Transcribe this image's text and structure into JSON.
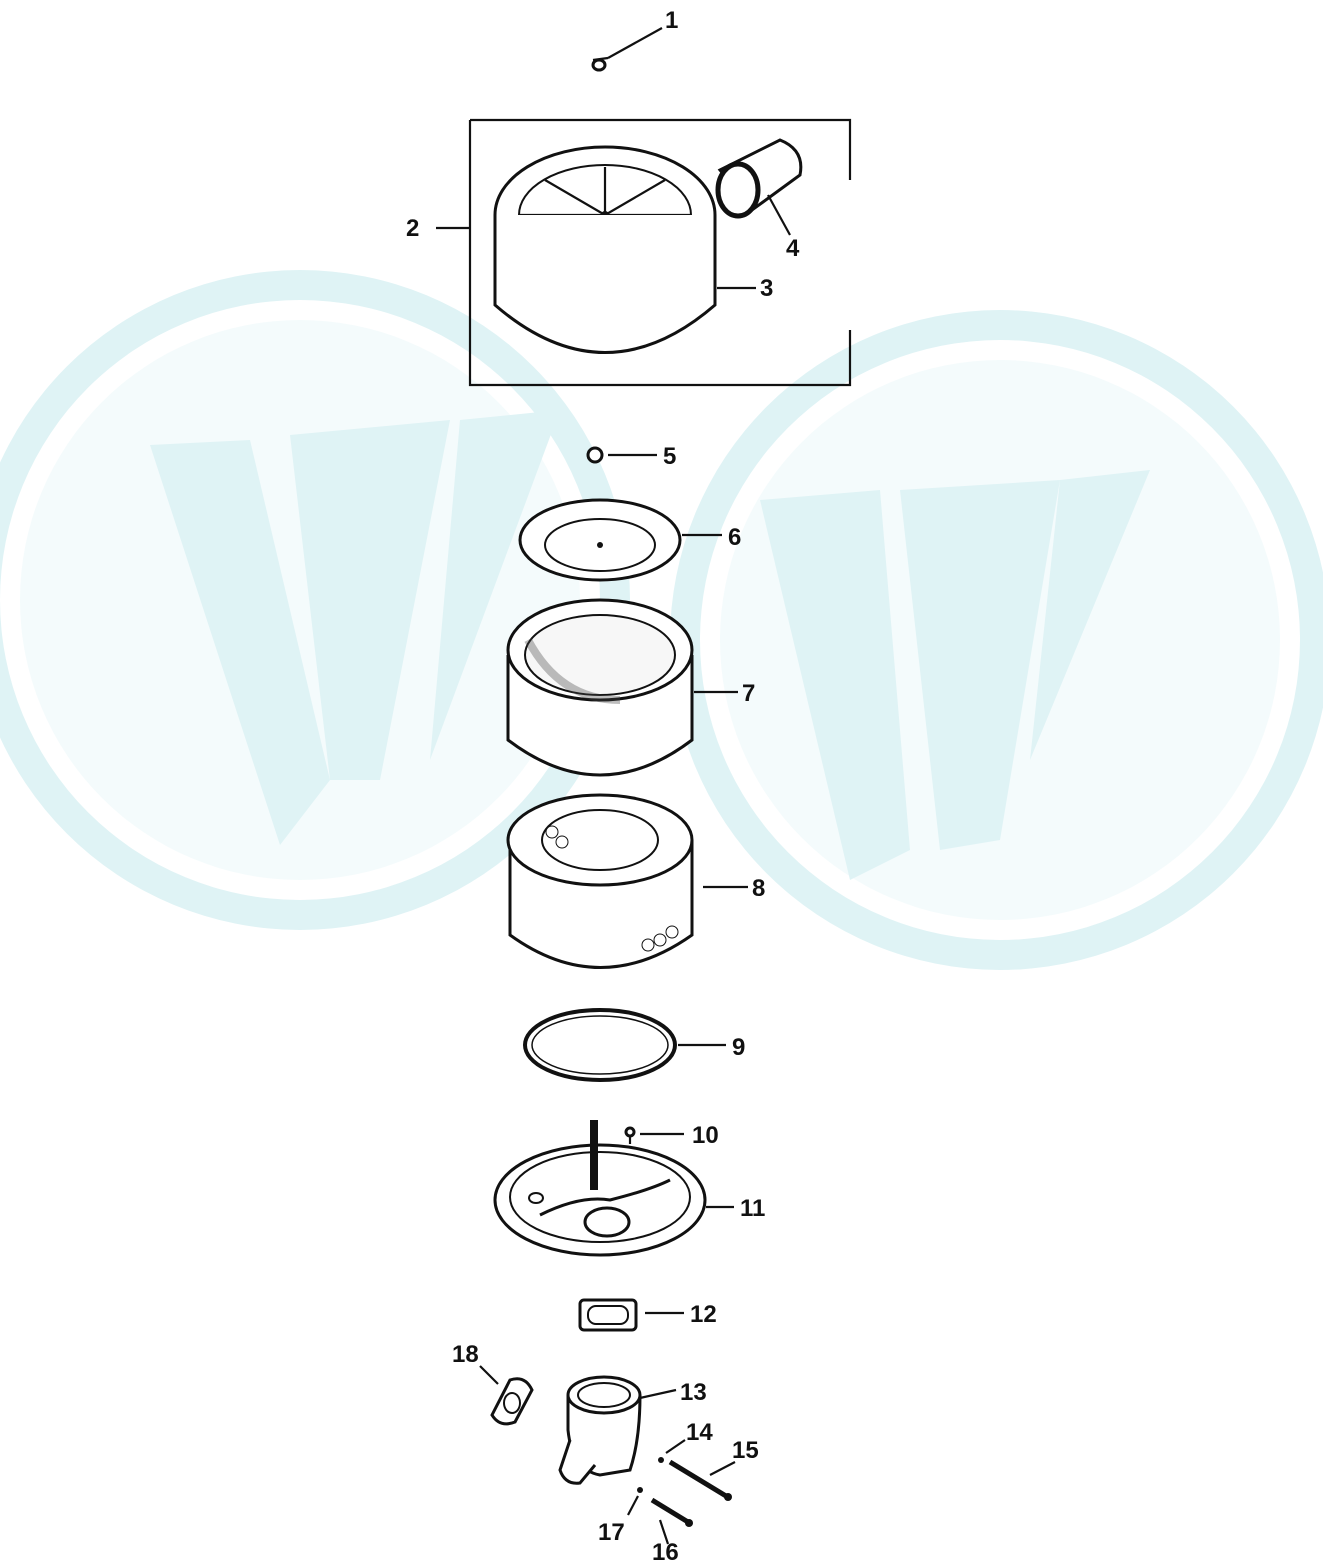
{
  "diagram": {
    "callouts": [
      {
        "id": "1",
        "label": "1"
      },
      {
        "id": "2",
        "label": "2"
      },
      {
        "id": "3",
        "label": "3"
      },
      {
        "id": "4",
        "label": "4"
      },
      {
        "id": "5",
        "label": "5"
      },
      {
        "id": "6",
        "label": "6"
      },
      {
        "id": "7",
        "label": "7"
      },
      {
        "id": "8",
        "label": "8"
      },
      {
        "id": "9",
        "label": "9"
      },
      {
        "id": "10",
        "label": "10"
      },
      {
        "id": "11",
        "label": "11"
      },
      {
        "id": "12",
        "label": "12"
      },
      {
        "id": "13",
        "label": "13"
      },
      {
        "id": "14",
        "label": "14"
      },
      {
        "id": "15",
        "label": "15"
      },
      {
        "id": "16",
        "label": "16"
      },
      {
        "id": "17",
        "label": "17"
      },
      {
        "id": "18",
        "label": "18"
      }
    ],
    "watermark_color": "#dff3f5",
    "line_color": "#111111"
  }
}
